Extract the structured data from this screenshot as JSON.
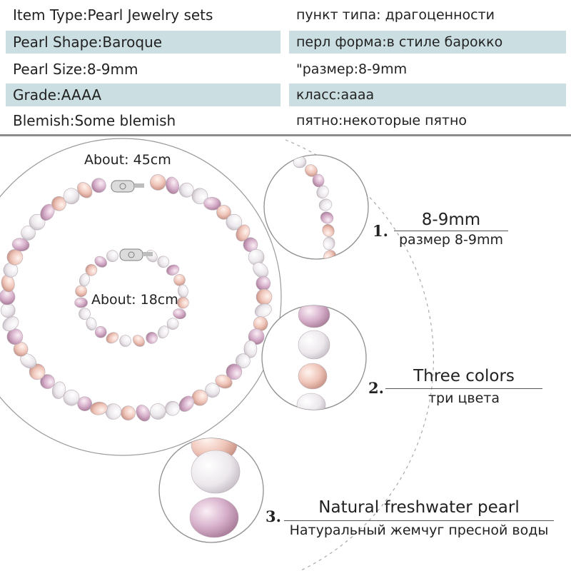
{
  "specs": [
    {
      "left": "Item Type:Pearl Jewelry sets",
      "right": "пункт типа: драгоценности",
      "shaded": false
    },
    {
      "left": "Pearl Shape:Baroque",
      "right": "перл форма:в стиле барокко",
      "shaded": true
    },
    {
      "left": "Pearl Size:8-9mm",
      "right": "\"размер:8-9mm",
      "shaded": false
    },
    {
      "left": "Grade:AAAA",
      "right": "класс:аааа",
      "shaded": true
    },
    {
      "left": "Blemish:Some blemish",
      "right": "пятно:некоторые пятно",
      "shaded": false
    }
  ],
  "illustration": {
    "necklace_length": "About: 45cm",
    "bracelet_length": "About: 18cm"
  },
  "features": [
    {
      "number": "1.",
      "title": "8-9mm",
      "subtitle": "размер 8-9mm"
    },
    {
      "number": "2.",
      "title": "Three colors",
      "subtitle": "три цвета"
    },
    {
      "number": "3.",
      "title": "Natural freshwater pearl",
      "subtitle": "Натуральный жемчуг пресной воды"
    }
  ],
  "colors": {
    "table_shade": "#cbdee2",
    "divider": "#8c8c8c",
    "pearl_white": "#f4f1f3",
    "pearl_pink": "#f0c9bf",
    "pearl_lavender": "#d7b2cc"
  }
}
